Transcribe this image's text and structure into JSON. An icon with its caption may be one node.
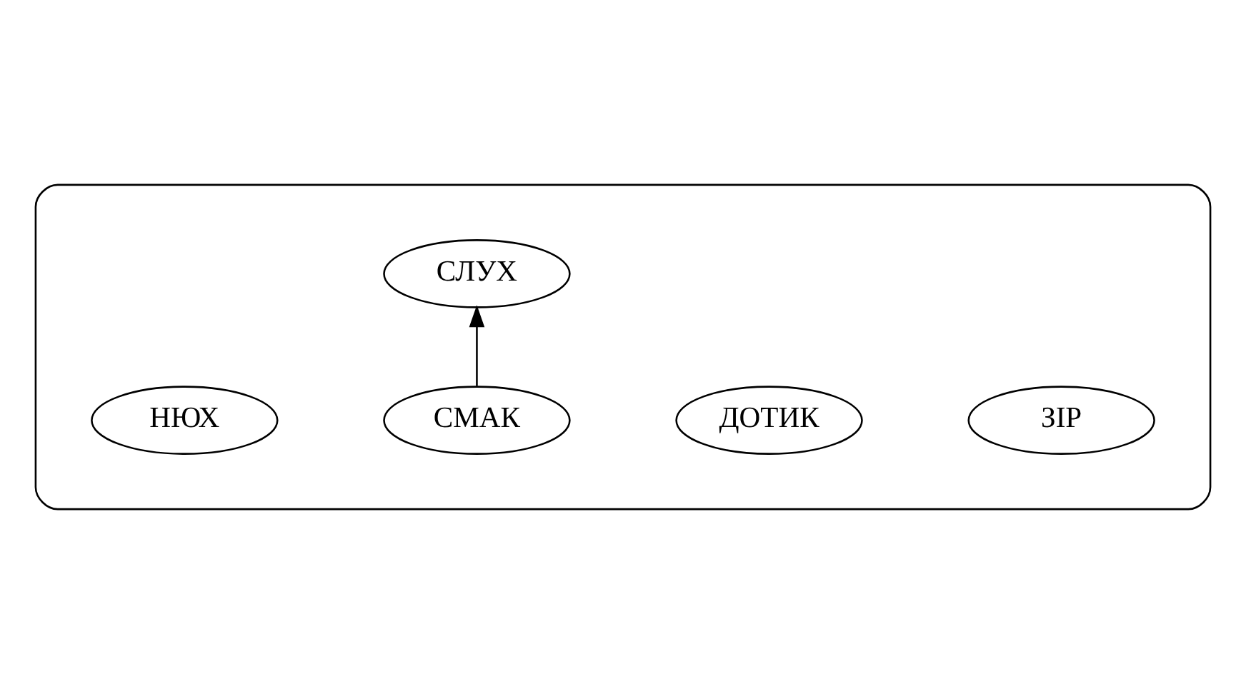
{
  "diagram": {
    "nodes": [
      {
        "text": [],
        "shape": "ellipse"
      },
      {
        "text": [
          "ЗІР"
        ],
        "in": 0
      },
      {
        "text": [
          "ДОТИК"
        ],
        "in": 0
      },
      {
        "text": [
          "СЛУХ"
        ],
        "in": 0
      },
      {
        "text": [
          "СМАК"
        ],
        "in": 0
      },
      {
        "text": [
          "НЮХ"
        ],
        "in": 0
      }
    ],
    "edges": [
      {
        "from": 4,
        "to": 3,
        "arrow": "to"
      }
    ]
  }
}
